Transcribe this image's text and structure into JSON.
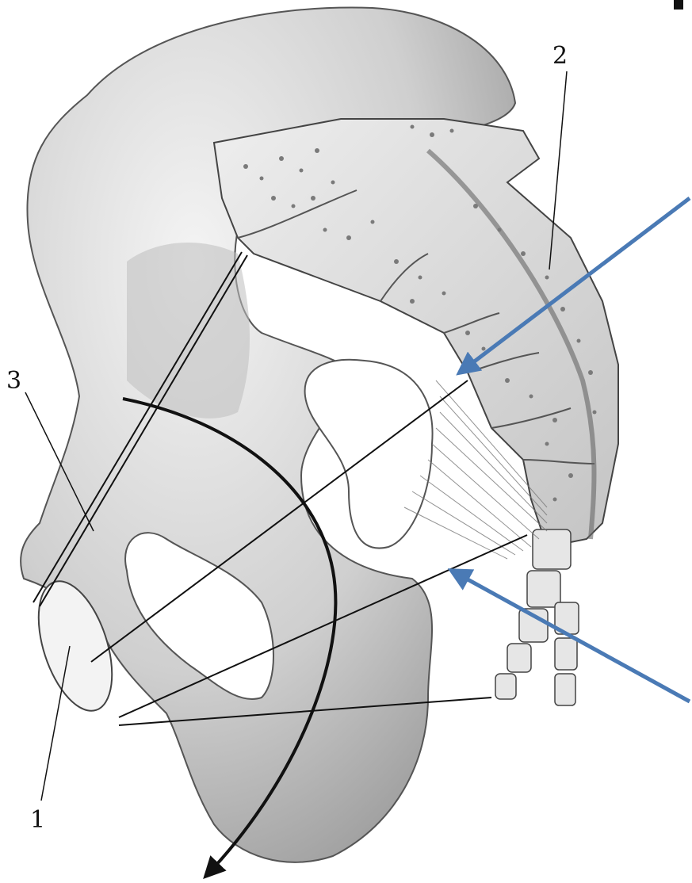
{
  "diagram": {
    "labels": {
      "label_1": "1",
      "label_2": "2",
      "label_3": "3"
    },
    "colors": {
      "background": "#ffffff",
      "bone_fill": "#d9d9d9",
      "bone_light": "#f2f2f2",
      "bone_shadow": "#8f8f8f",
      "line": "#111111",
      "arrow_accent": "#4a7ab5",
      "spongy_dot": "#7a7a7a"
    },
    "icons": {
      "curve_arrow": "arrow-down-icon",
      "pointer_arrows": "arrow-pointer-icon"
    }
  }
}
